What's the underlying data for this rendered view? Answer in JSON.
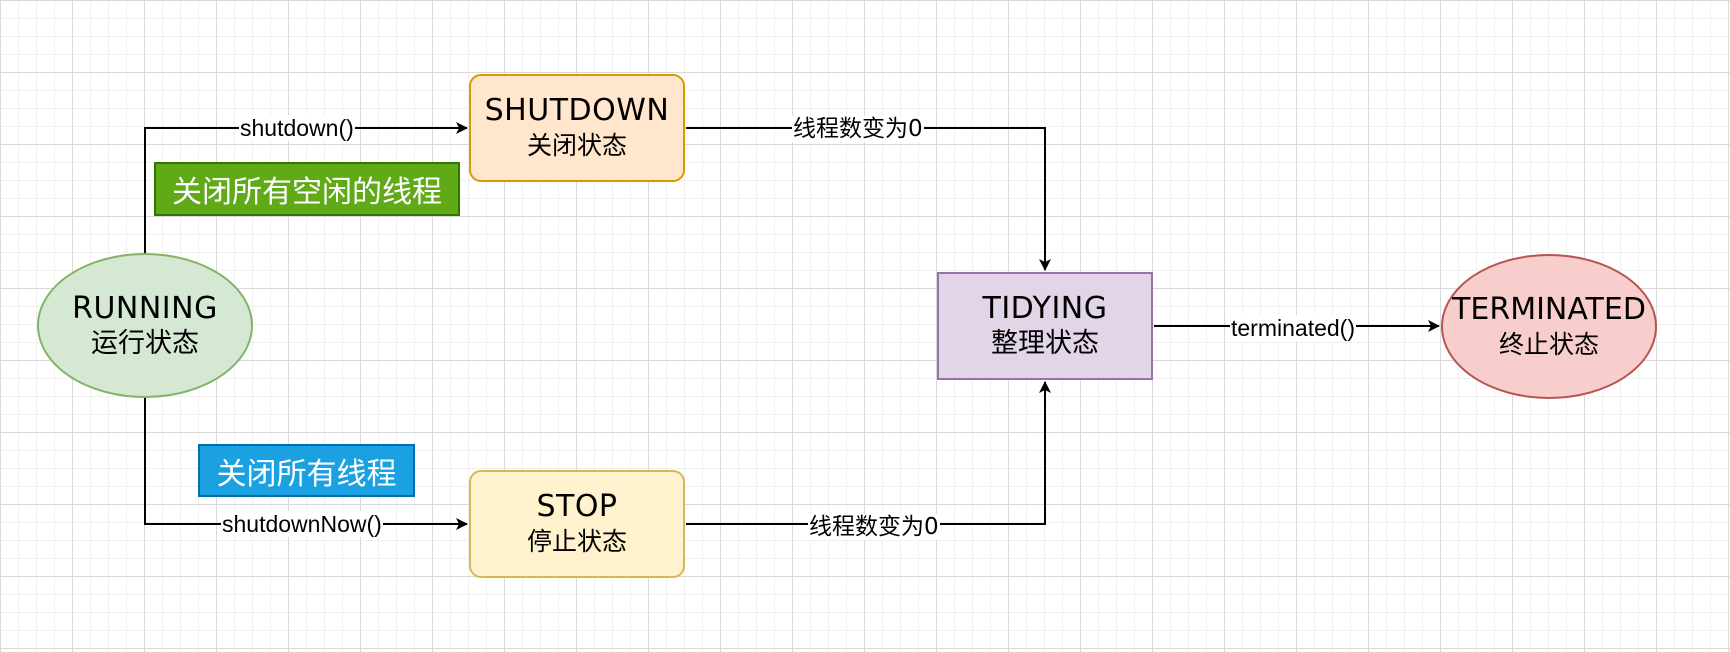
{
  "nodes": {
    "running": {
      "title": "RUNNING",
      "subtitle": "运行状态",
      "fill": "#d5e8d4",
      "stroke": "#82b366"
    },
    "shutdown": {
      "title": "SHUTDOWN",
      "subtitle": "关闭状态",
      "fill": "#ffe6cc",
      "stroke": "#d79b00"
    },
    "stop": {
      "title": "STOP",
      "subtitle": "停止状态",
      "fill": "#fff2cc",
      "stroke": "#d6b656"
    },
    "tidying": {
      "title": "TIDYING",
      "subtitle": "整理状态",
      "fill": "#e1d5e7",
      "stroke": "#9673a6"
    },
    "terminated": {
      "title": "TERMINATED",
      "subtitle": "终止状态",
      "fill": "#f8cecc",
      "stroke": "#b85450"
    }
  },
  "edges": {
    "running_to_shutdown": {
      "label": "shutdown()"
    },
    "running_to_stop": {
      "label": "shutdownNow()"
    },
    "shutdown_to_tidying": {
      "label": "线程数变为0"
    },
    "stop_to_tidying": {
      "label": "线程数变为0"
    },
    "tidying_to_terminated": {
      "label": "terminated()"
    }
  },
  "notes": {
    "close_idle": {
      "text": "关闭所有空闲的线程",
      "fill": "#60a917"
    },
    "close_all": {
      "text": "关闭所有线程",
      "fill": "#1ba1e2"
    }
  }
}
